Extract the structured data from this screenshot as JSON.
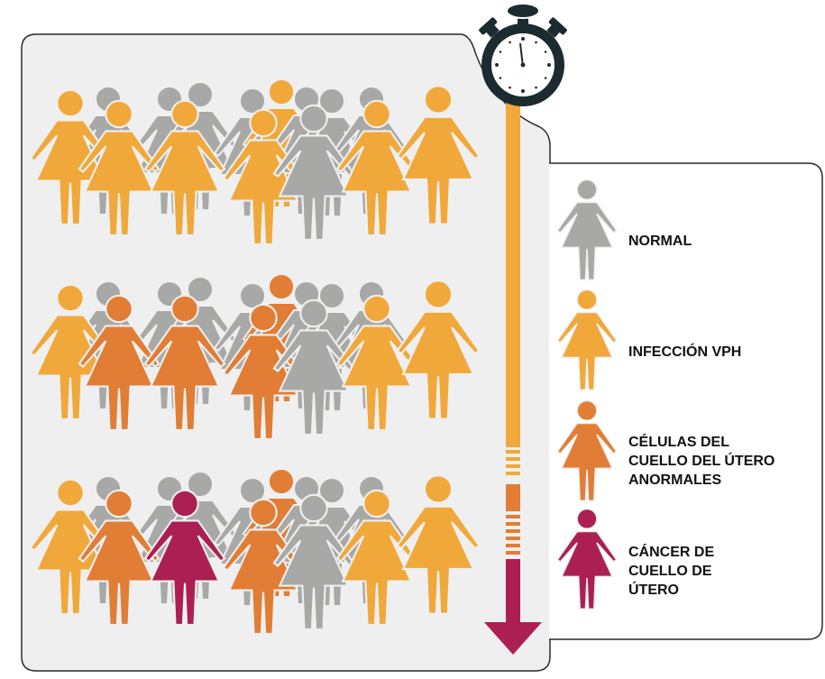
{
  "colors": {
    "normal": "#a8a8a7",
    "vph": "#f1a83a",
    "abnormal": "#e17d34",
    "cancer": "#ac1f52",
    "stopwatch_body": "#1c2b30",
    "panel_bg": "#efefef"
  },
  "icons": {
    "stopwatch": "stopwatch-icon",
    "person": "woman-figure-icon",
    "arrow": "arrow-down-icon"
  },
  "groups": [
    {
      "id": "row-1",
      "status": [
        "normal",
        "normal",
        "normal",
        "normal",
        "vph",
        "normal",
        "normal",
        "normal",
        "vph",
        "vph",
        "vph",
        "vph",
        "normal",
        "vph"
      ]
    },
    {
      "id": "row-2",
      "status": [
        "normal",
        "normal",
        "normal",
        "normal",
        "abnormal",
        "normal",
        "normal",
        "normal",
        "vph",
        "abnormal",
        "abnormal",
        "abnormal",
        "normal",
        "vph"
      ]
    },
    {
      "id": "row-3",
      "status": [
        "normal",
        "normal",
        "normal",
        "normal",
        "abnormal",
        "normal",
        "normal",
        "normal",
        "vph",
        "abnormal",
        "cancer",
        "abnormal",
        "normal",
        "vph"
      ]
    }
  ],
  "legend": [
    {
      "key": "normal",
      "label": "NORMAL"
    },
    {
      "key": "vph",
      "label": "INFECCIÓN VPH"
    },
    {
      "key": "abnormal",
      "label": "CÉLULAS DEL\nCUELLO DEL ÚTERO\nANORMALES"
    },
    {
      "key": "cancer",
      "label": "CÁNCER DE\nCUELLO DE\nÚTERO"
    }
  ]
}
